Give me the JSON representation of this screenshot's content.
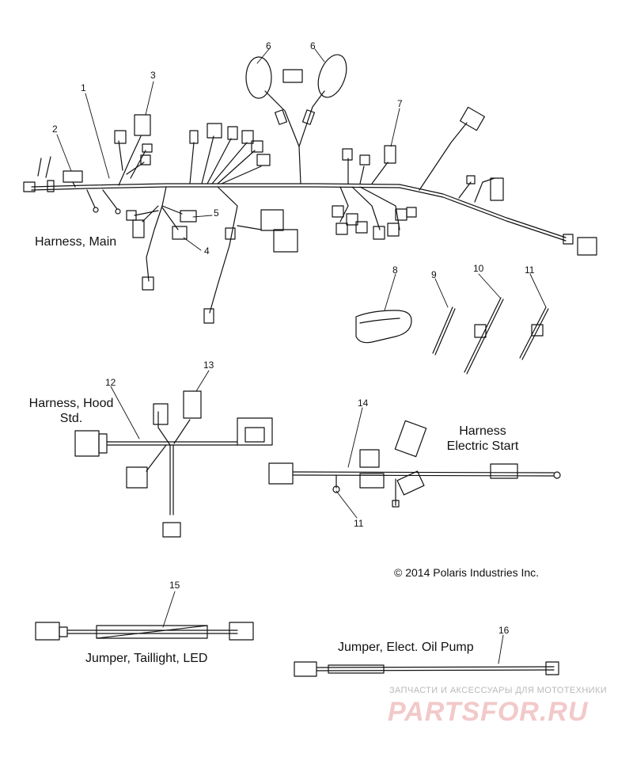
{
  "labels": {
    "harness_main": "Harness, Main",
    "harness_hood_line1": "Harness, Hood",
    "harness_hood_line2": "Std.",
    "harness_start_line1": "Harness",
    "harness_start_line2": "Electric Start",
    "jumper_taillight": "Jumper, Taillight, LED",
    "jumper_oil_pump": "Jumper, Elect. Oil Pump"
  },
  "callouts": {
    "n1": "1",
    "n2": "2",
    "n3": "3",
    "n4": "4",
    "n5": "5",
    "n6a": "6",
    "n6b": "6",
    "n7": "7",
    "n8": "8",
    "n9": "9",
    "n10": "10",
    "n11a": "11",
    "n11b": "11",
    "n12": "12",
    "n13": "13",
    "n14": "14",
    "n15": "15",
    "n16": "16"
  },
  "copyright": "© 2014 Polaris Industries Inc.",
  "watermark": {
    "tagline": "ЗАПЧАСТИ И АКСЕССУАРЫ ДЛЯ МОТОТЕХНИКИ",
    "logo": "PARTSFOR.RU"
  },
  "colors": {
    "ink": "#111111",
    "watermark_red": "#e06060",
    "watermark_gray": "#9a9a9a"
  }
}
